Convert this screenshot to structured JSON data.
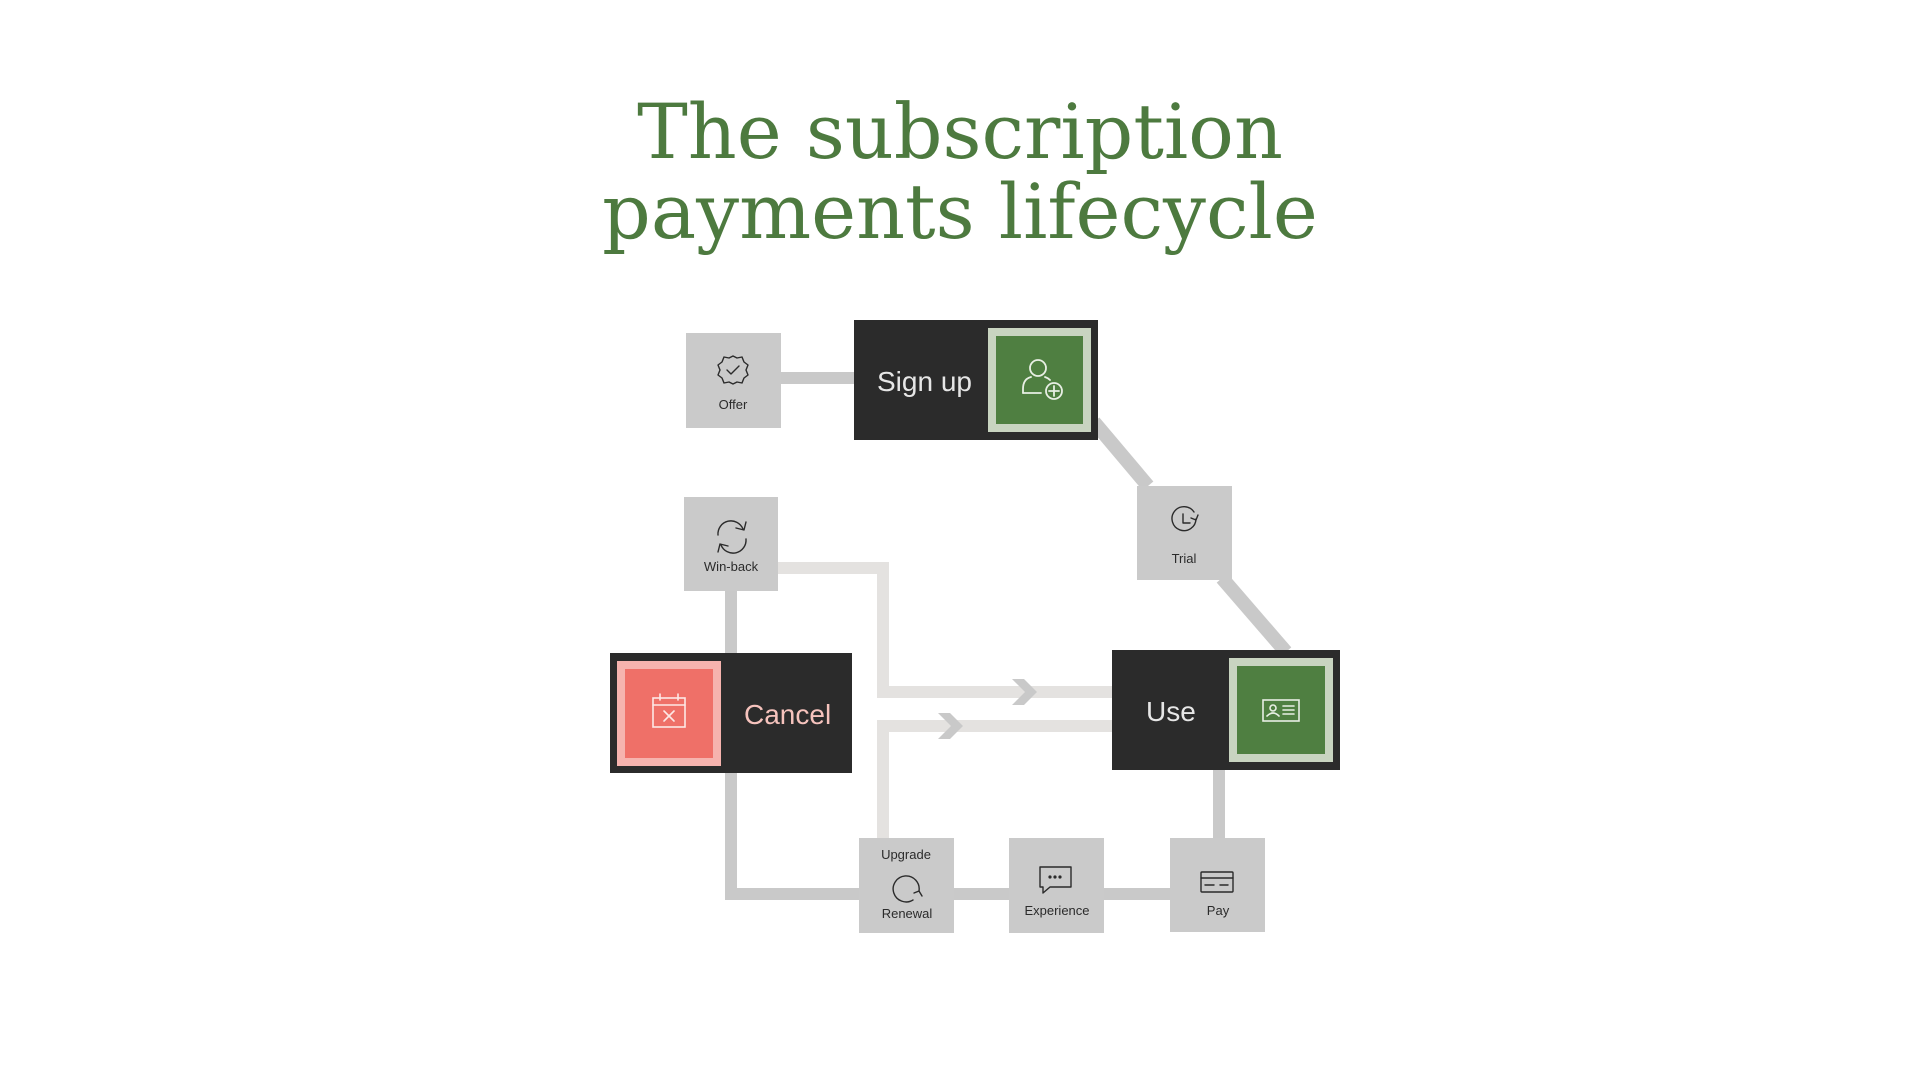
{
  "title": {
    "line1": "The subscription",
    "line2": "payments lifecycle"
  },
  "colors": {
    "title": "#4d7a3f",
    "dark_box": "#2b2b2b",
    "green": "#4f7f41",
    "green_border": "#c8d4c0",
    "red": "#ef7068",
    "red_border": "#f6b3ae",
    "small_box": "#cacaca",
    "connector": "#c9c9c9",
    "connector_light": "#e4e2e0",
    "label_light": "#e6e6e6",
    "label_cancel": "#f6c3bd",
    "small_text": "#2b2b2b"
  },
  "main_stages": {
    "sign_up": {
      "label": "Sign up",
      "icon": "user-plus-icon"
    },
    "use": {
      "label": "Use",
      "icon": "id-card-icon"
    },
    "cancel": {
      "label": "Cancel",
      "icon": "calendar-x-icon"
    }
  },
  "sub_stages": {
    "offer": {
      "label": "Offer",
      "icon": "badge-check-icon"
    },
    "trial": {
      "label": "Trial",
      "icon": "clock-icon"
    },
    "win_back": {
      "label": "Win-back",
      "icon": "refresh-icon"
    },
    "pay": {
      "label": "Pay",
      "icon": "credit-card-icon"
    },
    "experience": {
      "label": "Experience",
      "icon": "chat-bubble-icon"
    },
    "renewal": {
      "label": "Renewal",
      "top_label": "Upgrade",
      "icon": "rotate-icon"
    }
  }
}
